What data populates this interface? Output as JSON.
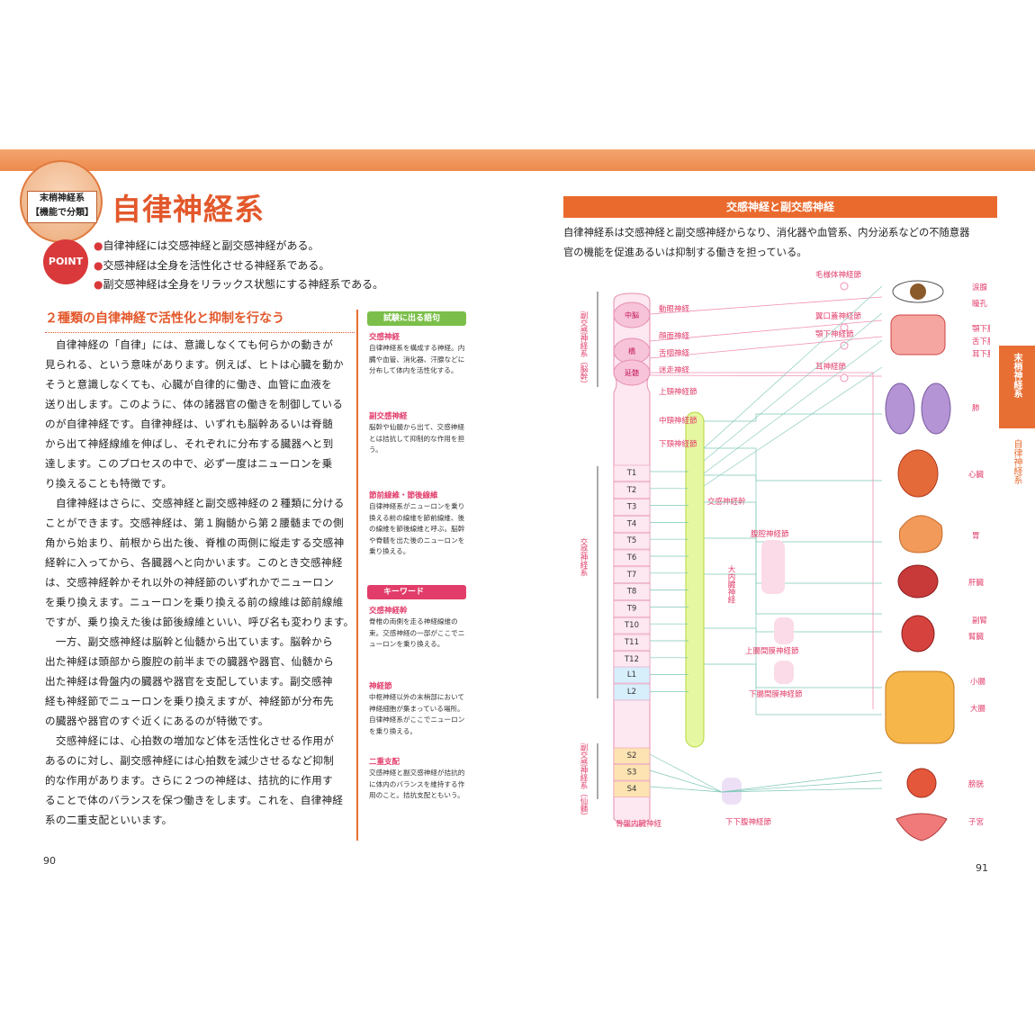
{
  "left": {
    "category": {
      "line1": "末梢神経系",
      "line2": "【機能で分類】"
    },
    "title": "自律神経系",
    "point_label": "POINT",
    "points": [
      "自律神経には交感神経と副交感神経がある。",
      "交感神経は全身を活性化させる神経系である。",
      "副交感神経は全身をリラックス状態にする神経系である。"
    ],
    "section_heading": "２種類の自律神経で活性化と抑制を行なう",
    "body_lines": [
      "　自律神経の「自律」には、意識しなくても何らかの動きが",
      "見られる、という意味があります。例えば、ヒトは心臓を動か",
      "そうと意識しなくても、心臓が自律的に働き、血管に血液を",
      "送り出します。このように、体の諸器官の働きを制御している",
      "のが自律神経です。自律神経は、いずれも脳幹あるいは脊髄",
      "から出て神経線維を伸ばし、それぞれに分布する臓器へと到",
      "達します。このプロセスの中で、必ず一度はニューロンを乗",
      "り換えることも特徴です。",
      "　自律神経はさらに、交感神経と副交感神経の２種類に分ける",
      "ことができます。交感神経は、第１胸髄から第２腰髄までの側",
      "角から始まり、前根から出た後、脊椎の両側に縦走する交感神",
      "経幹に入ってから、各臓器へと向かいます。このとき交感神経",
      "は、交感神経幹かそれ以外の神経節のいずれかでニューロン",
      "を乗り換えます。ニューロンを乗り換える前の線維は節前線維",
      "ですが、乗り換えた後は節後線維といい、呼び名も変わります。",
      "　一方、副交感神経は脳幹と仙髄から出ています。脳幹から",
      "出た神経は頭部から腹腔の前半までの臓器や器官、仙髄から",
      "出た神経は骨盤内の臓器や器官を支配しています。副交感神",
      "経も神経節でニューロンを乗り換えますが、神経節が分布先",
      "の臓器や器官のすぐ近くにあるのが特徴です。",
      "　交感神経には、心拍数の増加など体を活性化させる作用が",
      "あるのに対し、副交感神経には心拍数を減少させるなど抑制",
      "的な作用があります。さらに２つの神経は、拮抗的に作用す",
      "ることで体のバランスを保つ働きをします。これを、自律神経",
      "系の二重支配といいます。"
    ],
    "sidebar": {
      "exam_tag": "試験に出る語句",
      "exam_items": [
        {
          "head": "交感神経",
          "text": "自律神経系を構成する神経。内臓や血管、消化器、汗腺などに分布して体内を活性化する。"
        },
        {
          "head": "副交感神経",
          "text": "脳幹や仙髄から出て、交感神経とは拮抗して抑制的な作用を担う。"
        },
        {
          "head": "節前線維・節後線維",
          "text": "自律神経系がニューロンを乗り換える前の線維を節前線維、後の線維を節後線維と呼ぶ。脳幹や脊髄を出た後のニューロンを乗り換える。"
        }
      ],
      "keyword_tag": "キーワード",
      "keyword_items": [
        {
          "head": "交感神経幹",
          "text": "脊椎の両側を走る神経線維の束。交感神経の一部がここでニューロンを乗り換える。"
        },
        {
          "head": "神経節",
          "text": "中枢神経以外の末梢部において神経細胞が集まっている場所。自律神経系がここでニューロンを乗り換える。"
        },
        {
          "head": "二重支配",
          "text": "交感神経と副交感神経が拮抗的に体内のバランスを維持する作用のこと。拮抗支配ともいう。"
        }
      ]
    },
    "page_number": "90"
  },
  "right": {
    "banner": "交感神経と副交感神経",
    "intro": [
      "自律神経系は交感神経と副交感神経からなり、消化器や血管系、内分泌系などの不随意器",
      "官の機能を促進あるいは抑制する働きを担っている。"
    ],
    "side_tab": {
      "section": "末梢神経系",
      "topic": "自律神経系"
    },
    "page_number": "91",
    "diagram": {
      "brain_labels": [
        "中脳",
        "橋",
        "延髄"
      ],
      "vertical_labels": {
        "parasym_top": "副交感神経系（脳幹）",
        "sym": "交感神経系",
        "parasym_bottom": "副交感神経系（仙髄）"
      },
      "cranial_nerves": [
        "動眼神経",
        "顔面神経",
        "舌咽神経",
        "迷走神経"
      ],
      "cervical_ganglia": [
        "上頸神経節",
        "中頸神経節",
        "下頸神経節"
      ],
      "segments_T": [
        "T1",
        "T2",
        "T3",
        "T4",
        "T5",
        "T6",
        "T7",
        "T8",
        "T9",
        "T10",
        "T11",
        "T12"
      ],
      "segments_L": [
        "L1",
        "L2"
      ],
      "segments_S": [
        "S2",
        "S3",
        "S4"
      ],
      "trunk_label": "交感神経幹",
      "head_ganglia": [
        "毛様体神経節",
        "翼口蓋神経節",
        "顎下神経節",
        "耳神経節"
      ],
      "abdominal": [
        "腹腔神経節",
        "大内臓神経",
        "上腸間膜神経節",
        "下腸間膜神経節",
        "下下腹神経節"
      ],
      "pelvic": "骨盤内臓神経",
      "organs": [
        "涙腺",
        "瞳孔",
        "顎下腺",
        "舌下腺",
        "耳下腺",
        "肺",
        "心臓",
        "胃",
        "肝臓",
        "副腎",
        "腎臓",
        "小腸",
        "大腸",
        "膀胱",
        "子宮"
      ]
    }
  }
}
